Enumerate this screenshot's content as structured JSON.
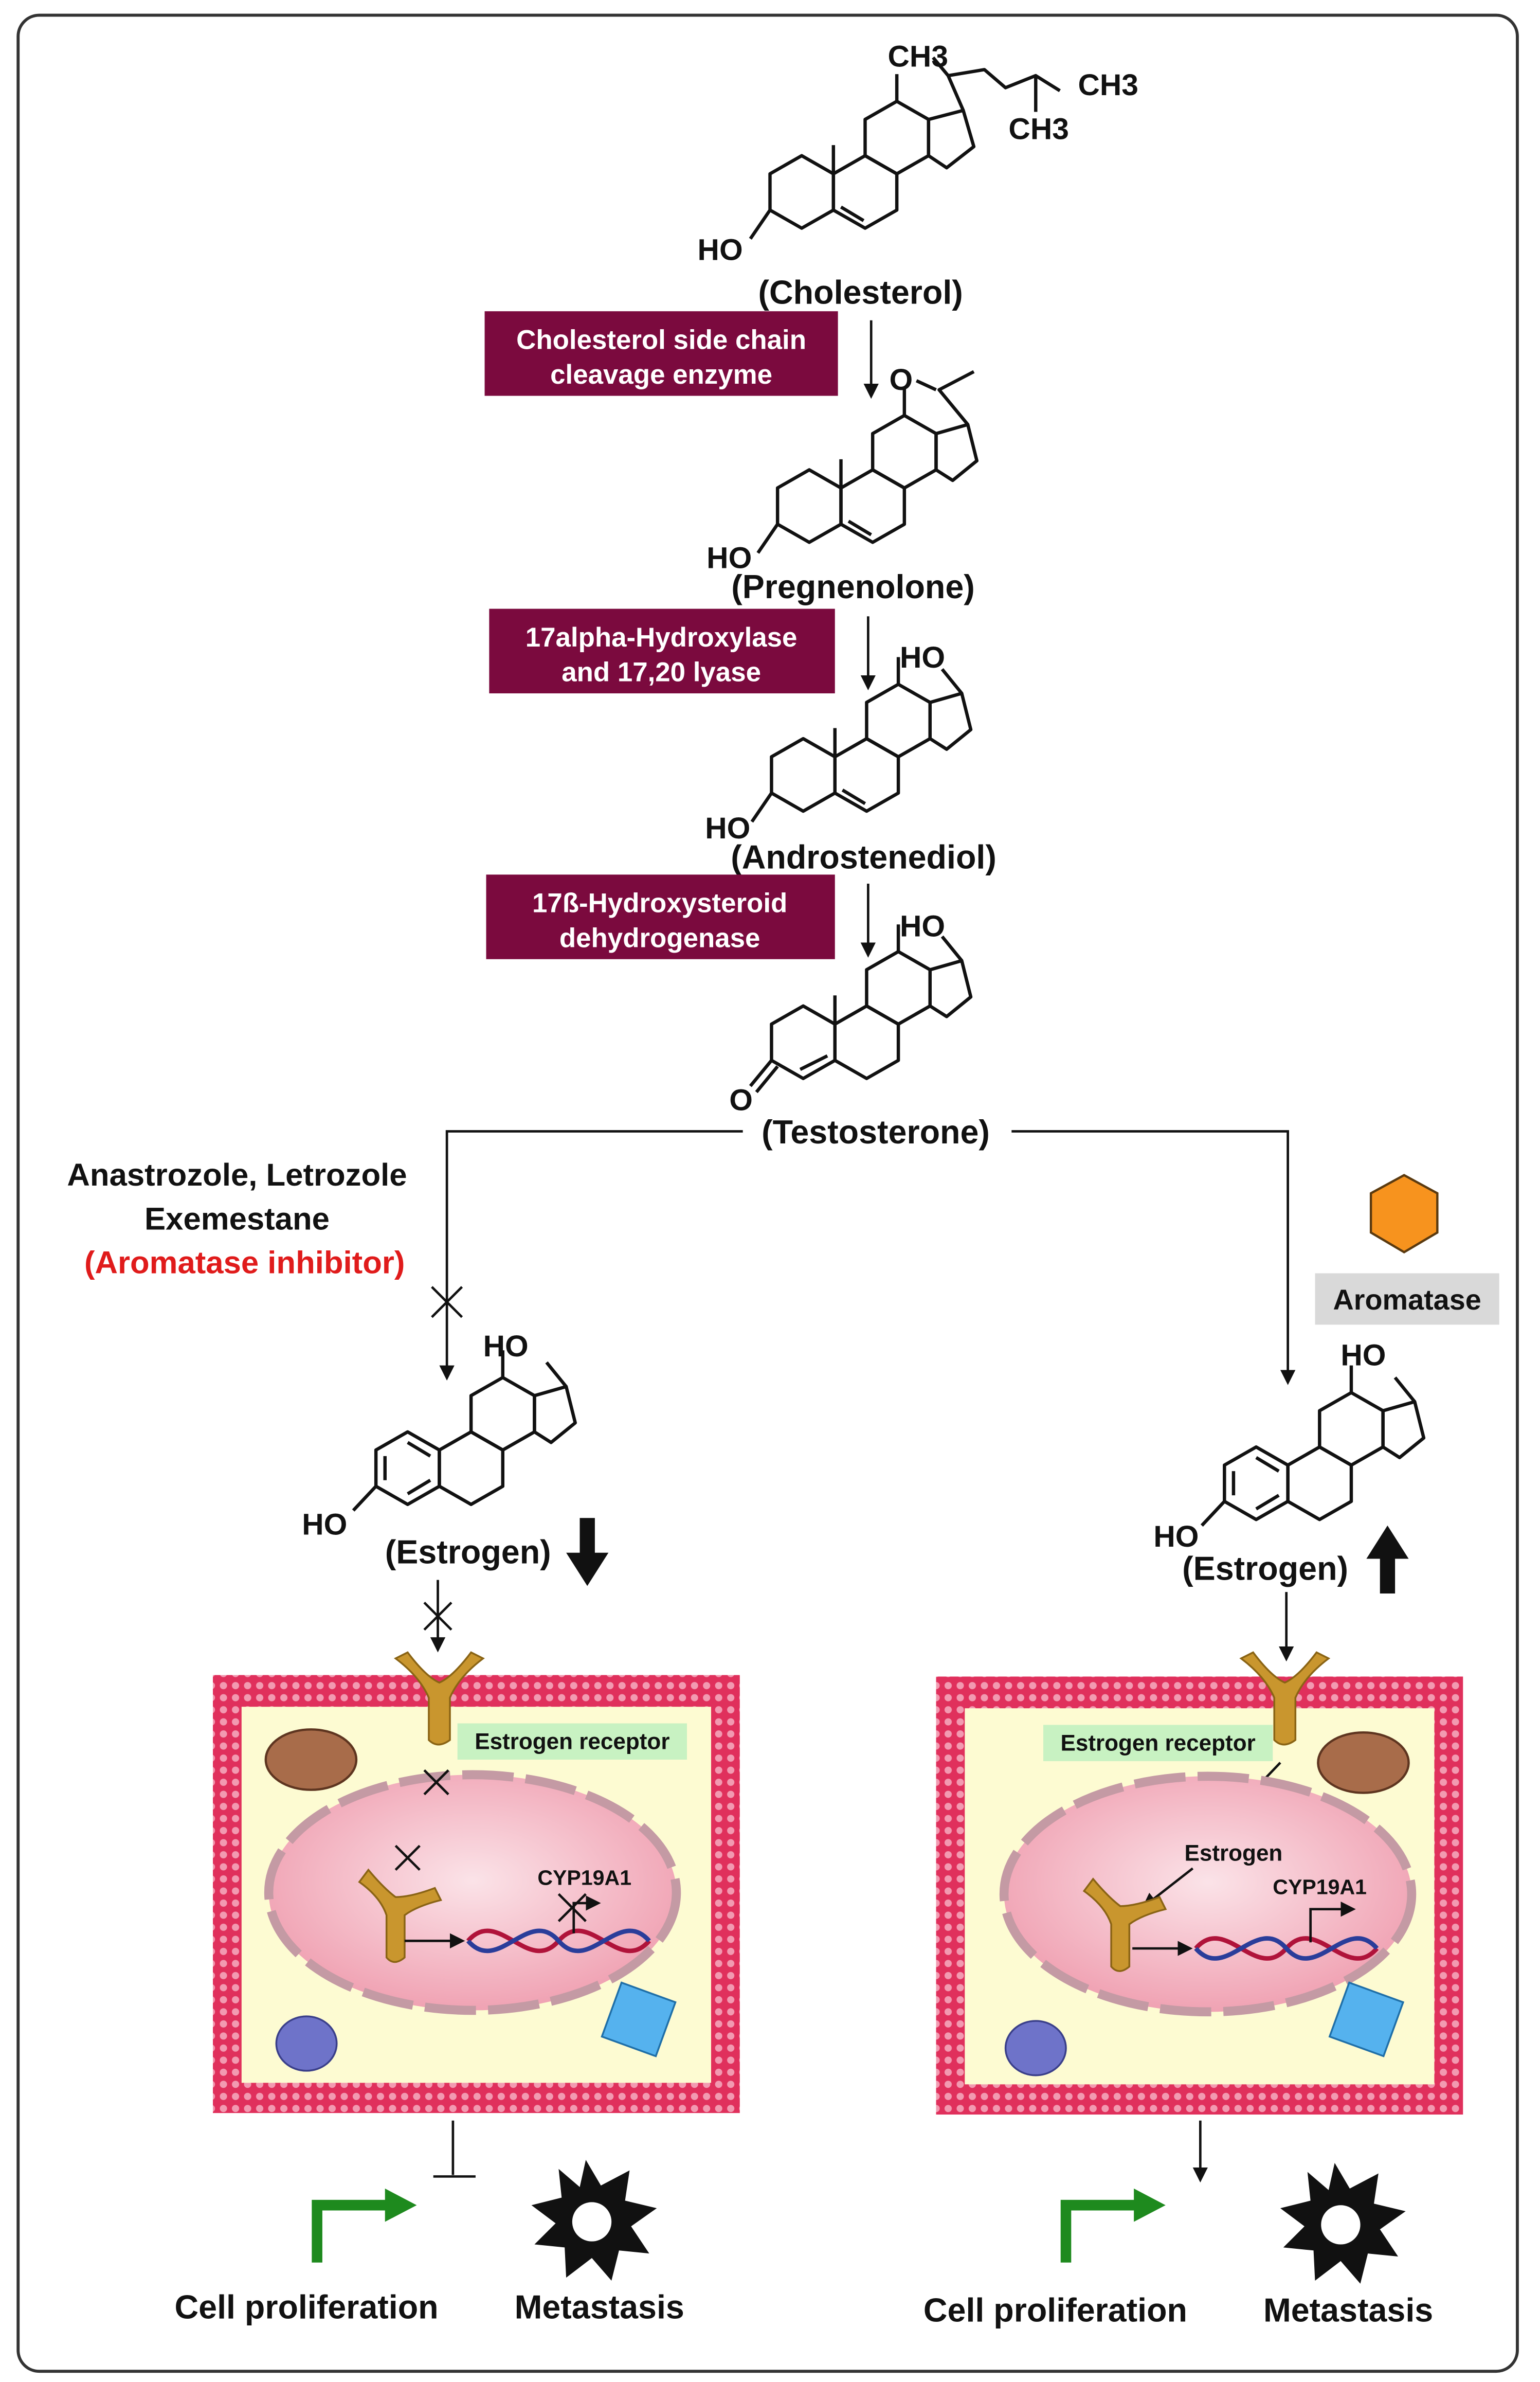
{
  "colors": {
    "enzyme_box": "#7b0a3e",
    "enzyme_text": "#ffffff",
    "inhibitor_text": "#e01b1b",
    "receptor": "#c9962e",
    "membrane": "#e0305c",
    "cytoplasm": "#fdfbd2",
    "nucleus": "#f6b8c4",
    "receptor_label_bg": "#c8f2c2",
    "aromatase_hex": "#f7931e",
    "aromatase_label_bg": "#d9d9d9",
    "proliferation_arrow": "#1e8a1e"
  },
  "molecules": {
    "cholesterol": {
      "name": "(Cholesterol)",
      "hydroxyl": "HO",
      "methyl_1": "CH3",
      "methyl_2": "CH3",
      "methyl_3": "CH3"
    },
    "pregnenolone": {
      "name": "(Pregnenolone)",
      "hydroxyl": "HO",
      "ketone": "O"
    },
    "androstenediol": {
      "name": "(Androstenediol)",
      "hydroxyl_3": "HO",
      "hydroxyl_17": "HO"
    },
    "testosterone": {
      "name": "(Testosterone)",
      "ketone": "O",
      "hydroxyl_17": "HO"
    },
    "estrogen_inhibited": {
      "name": "(Estrogen)",
      "hydroxyl_3": "HO",
      "hydroxyl_17": "HO"
    },
    "estrogen_normal": {
      "name": "(Estrogen)",
      "hydroxyl_3": "HO",
      "hydroxyl_17": "HO"
    }
  },
  "enzymes": {
    "side_chain": {
      "line1": "Cholesterol side chain",
      "line2": "cleavage enzyme"
    },
    "hydroxylase": {
      "line1": "17alpha-Hydroxylase",
      "line2": "and 17,20 lyase"
    },
    "dehydrogenase": {
      "line1": "17ß-Hydroxysteroid",
      "line2": "dehydrogenase"
    }
  },
  "inhibitor": {
    "drugs_line1": "Anastrozole, Letrozole",
    "drugs_line2": "Exemestane",
    "label": "(Aromatase inhibitor)"
  },
  "aromatase": {
    "label": "Aromatase"
  },
  "cells": {
    "left": {
      "receptor_label": "Estrogen receptor",
      "gene_label": "CYP19A1",
      "outcome_proliferation": "Cell proliferation",
      "outcome_metastasis": "Metastasis"
    },
    "right": {
      "receptor_label": "Estrogen receptor",
      "nuclear_estrogen_label": "Estrogen",
      "gene_label": "CYP19A1",
      "outcome_proliferation": "Cell proliferation",
      "outcome_metastasis": "Metastasis"
    }
  }
}
